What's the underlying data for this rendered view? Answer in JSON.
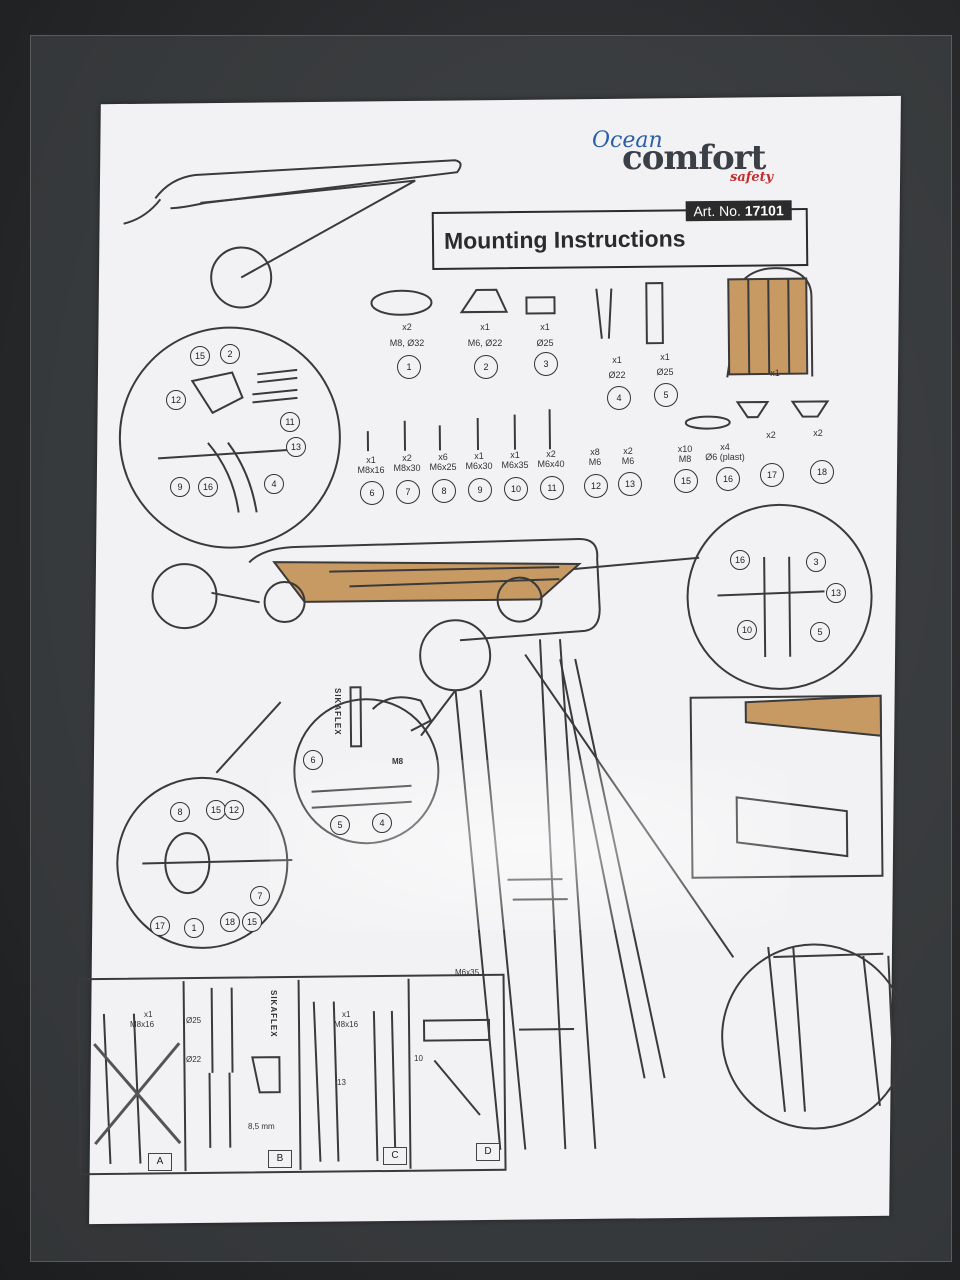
{
  "brand": {
    "ocean": "Ocean",
    "comfort": "comfort",
    "safety": "safety"
  },
  "header": {
    "art_no_prefix": "Art. No.",
    "art_no": "17101",
    "title": "Mounting Instructions"
  },
  "parts_row1": [
    {
      "qty": "x2",
      "spec": "M8, Ø32",
      "num": "1"
    },
    {
      "qty": "x1",
      "spec": "M6, Ø22",
      "num": "2"
    },
    {
      "qty": "x1",
      "spec": "Ø25",
      "num": "3"
    },
    {
      "qty": "x1",
      "spec": "Ø22",
      "num": "4"
    },
    {
      "qty": "x1",
      "spec": "Ø25",
      "num": "5"
    },
    {
      "qty": "x1",
      "spec": "",
      "num": ""
    }
  ],
  "parts_row2": [
    {
      "qty": "x1",
      "spec": "M8x16",
      "num": "6"
    },
    {
      "qty": "x2",
      "spec": "M8x30",
      "num": "7"
    },
    {
      "qty": "x6",
      "spec": "M6x25",
      "num": "8"
    },
    {
      "qty": "x1",
      "spec": "M6x30",
      "num": "9"
    },
    {
      "qty": "x1",
      "spec": "M6x35",
      "num": "10"
    },
    {
      "qty": "x2",
      "spec": "M6x40",
      "num": "11"
    },
    {
      "qty": "x8",
      "spec": "M6",
      "num": "12"
    },
    {
      "qty": "x2",
      "spec": "M6",
      "num": "13"
    },
    {
      "qty": "x10",
      "spec": "M8",
      "num": "15"
    },
    {
      "qty": "x4",
      "spec": "Ø6 (plast)",
      "num": "16"
    },
    {
      "qty": "x2",
      "spec": "",
      "num": "17"
    },
    {
      "qty": "x2",
      "spec": "",
      "num": "18"
    }
  ],
  "detail_tl": [
    "15",
    "2",
    "12",
    "11",
    "13",
    "9",
    "16",
    "4"
  ],
  "detail_tr": [
    "16",
    "3",
    "13",
    "10",
    "5"
  ],
  "detail_mid": {
    "screw": "6",
    "size": "M8",
    "tube_a": "5",
    "tube_b": "4",
    "sealant": "SIKAFLEX"
  },
  "detail_bl": [
    "8",
    "15",
    "12",
    "7",
    "17",
    "1",
    "18",
    "15"
  ],
  "panels": {
    "A": {
      "letter": "A",
      "qty": "x1",
      "spec": "M8x16"
    },
    "B": {
      "letter": "B",
      "d1": "Ø25",
      "d2": "Ø22",
      "drill": "8,5 mm",
      "sealant": "SIKAFLEX"
    },
    "C": {
      "letter": "C",
      "qty": "x1",
      "spec": "M8x16",
      "wrench": "13"
    },
    "D": {
      "letter": "D",
      "bolt": "M6x35",
      "wrench": "10"
    }
  }
}
